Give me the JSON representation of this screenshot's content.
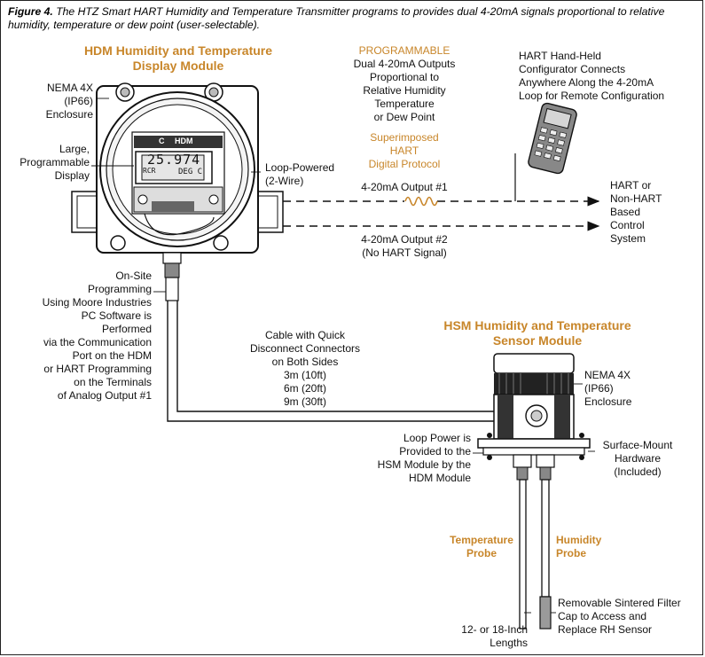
{
  "caption": {
    "figure": "Figure 4.",
    "text": "The HTZ Smart HART Humidity and Temperature Transmitter programs to provides dual 4-20mA signals proportional to relative humidity, temperature or dew point (user-selectable)."
  },
  "hdm": {
    "title": "HDM Humidity and Temperature\nDisplay Module",
    "enclosure": "NEMA 4X\n(IP66)\nEnclosure",
    "display_label": "Large,\nProgrammable\nDisplay",
    "loop_powered": "Loop-Powered\n(2-Wire)",
    "lcd_value": "25.974",
    "lcd_unit": "DEG C",
    "lcd_tag": "RCR",
    "lcd_brand_left": "C",
    "lcd_brand_right": "HDM"
  },
  "outputs": {
    "programmable": "PROGRAMMABLE",
    "description": "Dual 4-20mA Outputs\nProportional to\nRelative Humidity\nTemperature\nor Dew Point",
    "superimposed": "Superimposed\nHART\nDigital Protocol",
    "output1": "4-20mA Output #1",
    "output2": "4-20mA Output #2\n(No HART Signal)"
  },
  "hart": {
    "handheld": "HART Hand-Held\nConfigurator Connects\nAnywhere Along the 4-20mA\nLoop for Remote Configuration",
    "control_system": "HART or\nNon-HART\nBased\nControl\nSystem"
  },
  "onsite_programming": "On-Site\nProgramming\nUsing Moore Industries\nPC Software is\nPerformed\nvia the Communication\nPort on the HDM\nor HART Programming\non the Terminals\nof Analog Output #1",
  "cable": "Cable with Quick\nDisconnect Connectors\non Both Sides\n3m (10ft)\n6m (20ft)\n9m (30ft)",
  "hsm": {
    "title": "HSM Humidity and Temperature\nSensor Module",
    "enclosure": "NEMA 4X\n(IP66)\nEnclosure",
    "loop_power": "Loop Power is\nProvided to the\nHSM Module by the\nHDM Module",
    "surface_mount": "Surface-Mount\nHardware\n(Included)",
    "temperature_probe": "Temperature\nProbe",
    "humidity_probe": "Humidity\nProbe",
    "lengths": "12- or 18-Inch\nLengths",
    "filter_cap": "Removable Sintered Filter\nCap to Access and\nReplace RH Sensor"
  }
}
